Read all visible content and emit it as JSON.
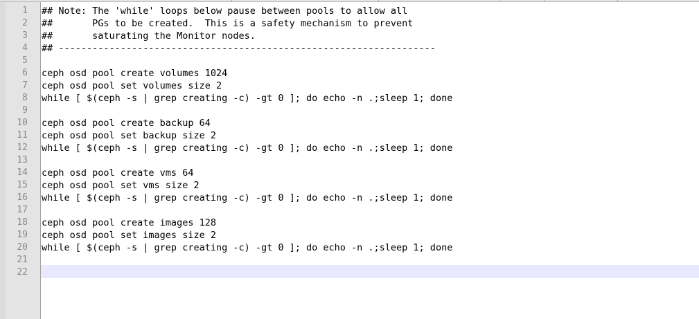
{
  "editor": {
    "lines": [
      "## Note: The 'while' loops below pause between pools to allow all",
      "##       PGs to be created.  This is a safety mechanism to prevent",
      "##       saturating the Monitor nodes.",
      "## -------------------------------------------------------------------",
      "",
      "ceph osd pool create volumes 1024",
      "ceph osd pool set volumes size 2",
      "while [ $(ceph -s | grep creating -c) -gt 0 ]; do echo -n .;sleep 1; done",
      "",
      "ceph osd pool create backup 64",
      "ceph osd pool set backup size 2",
      "while [ $(ceph -s | grep creating -c) -gt 0 ]; do echo -n .;sleep 1; done",
      "",
      "ceph osd pool create vms 64",
      "ceph osd pool set vms size 2",
      "while [ $(ceph -s | grep creating -c) -gt 0 ]; do echo -n .;sleep 1; done",
      "",
      "ceph osd pool create images 128",
      "ceph osd pool set images size 2",
      "while [ $(ceph -s | grep creating -c) -gt 0 ]; do echo -n .;sleep 1; done",
      "",
      ""
    ],
    "line_numbers": [
      "1",
      "2",
      "3",
      "4",
      "5",
      "6",
      "7",
      "8",
      "9",
      "10",
      "11",
      "12",
      "13",
      "14",
      "15",
      "16",
      "17",
      "18",
      "19",
      "20",
      "21",
      "22"
    ],
    "current_line": 22,
    "colors": {
      "gutter_bg": "#e4e4e4",
      "line_number": "#8a8a8a",
      "text": "#000000",
      "current_line_highlight": "#e8e8ff",
      "background": "#ffffff"
    }
  }
}
